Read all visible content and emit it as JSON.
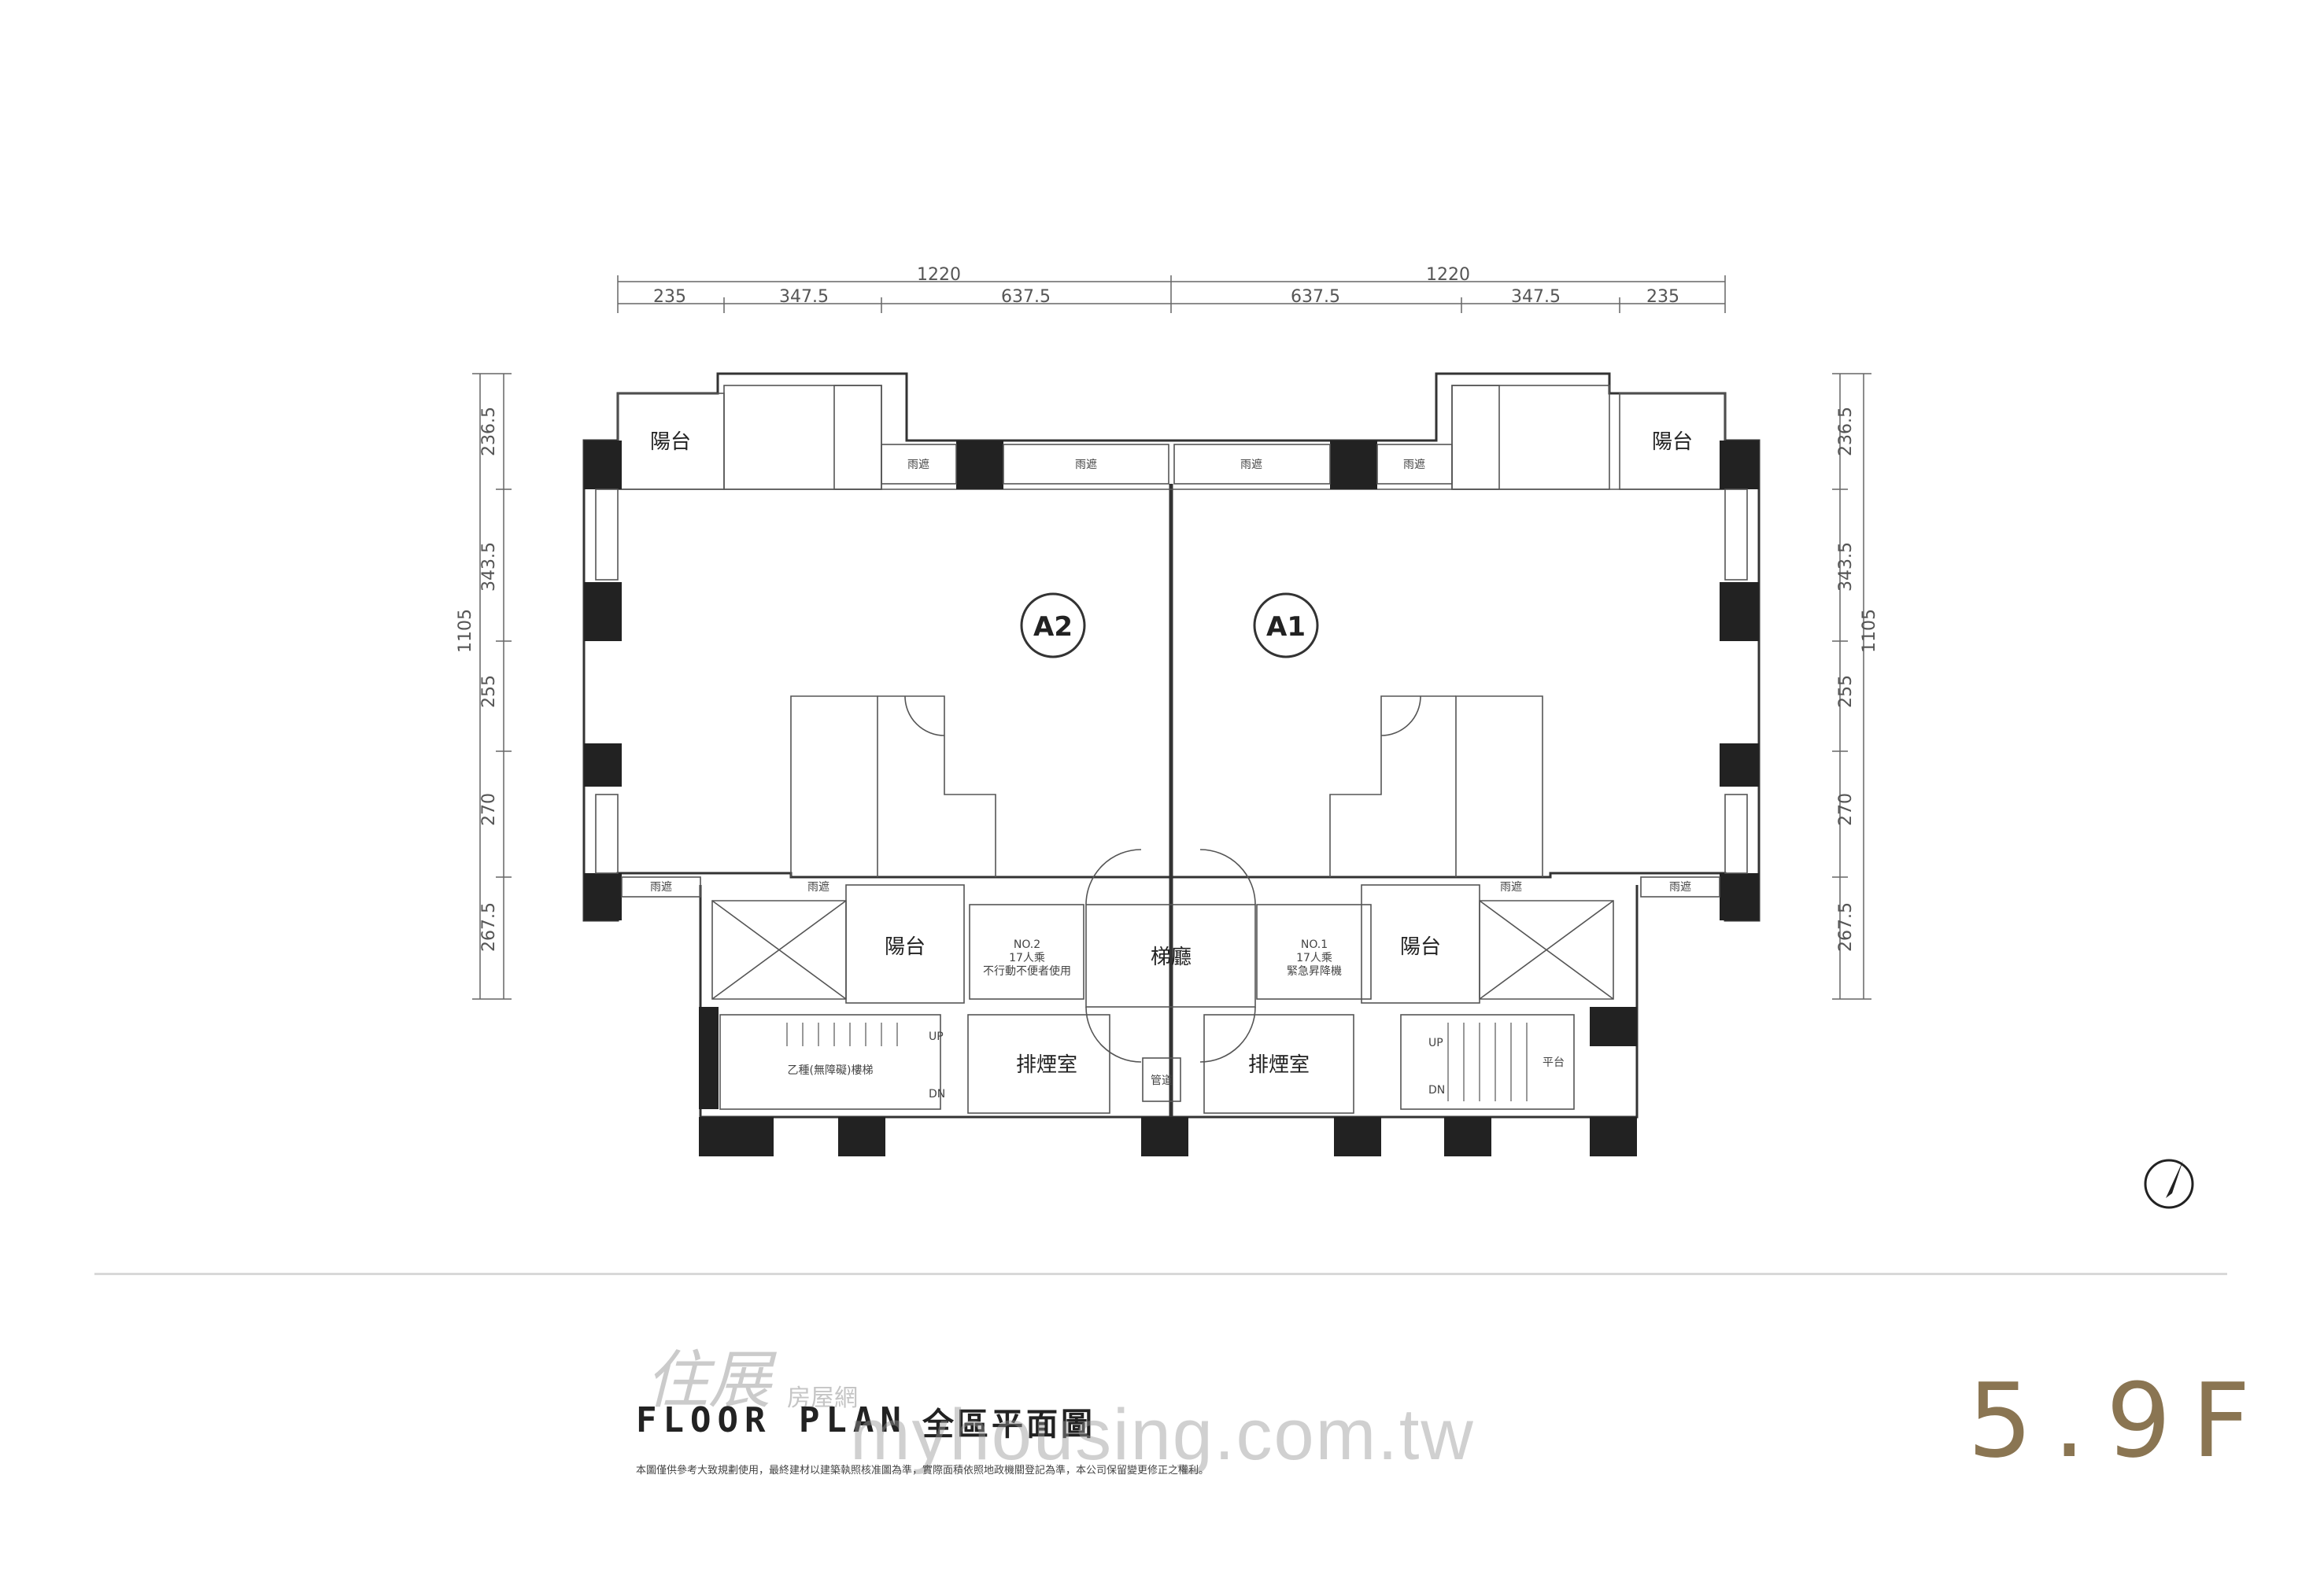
{
  "dimensions": {
    "top_totals": [
      "1220",
      "1220"
    ],
    "top_segments": [
      "235",
      "347.5",
      "637.5",
      "637.5",
      "347.5",
      "235"
    ],
    "side_total": "1105",
    "side_segments": [
      "236.5",
      "343.5",
      "255",
      "270",
      "267.5"
    ]
  },
  "units": {
    "left": "A2",
    "right": "A1"
  },
  "rooms": {
    "balcony": "陽台",
    "window": "雨遮",
    "elevator_hall": "梯廳",
    "smoke_exhaust": "排煙室",
    "left_stair": "乙種(無障礙)樓梯",
    "left_elevator": [
      "NO.2",
      "17人乘",
      "不行動不便者使用"
    ],
    "right_elevator": [
      "NO.1",
      "17人乘",
      "緊急昇降機"
    ],
    "utility": "管道",
    "up": "UP",
    "down": "DN",
    "rail": "平台"
  },
  "title": {
    "en": "FLOOR PLAN",
    "zh": "全區平面圖"
  },
  "disclaimer": "本圖僅供參考大致規劃使用，最終建材以建築執照核准圖為準，實際面積依照地政機關登記為準，本公司保留變更修正之權利。",
  "floor": "5.9F",
  "watermark": {
    "logo": "住展",
    "logo_sub": "房屋網",
    "url": "myhousing.com.tw"
  },
  "colors": {
    "accent": "#8a7552",
    "wall": "#222222"
  }
}
